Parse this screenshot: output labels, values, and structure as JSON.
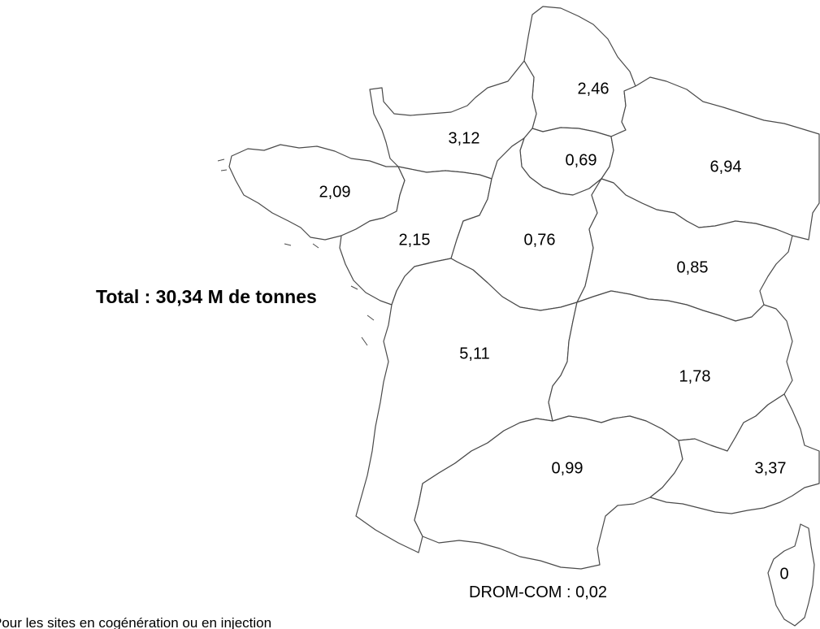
{
  "total_label": "Total : 30,34 M de tonnes",
  "drom_com_label": "DROM-COM : 0,02",
  "footnote": "Pour les sites en cogénération ou en injection",
  "regions": [
    {
      "id": "hauts-de-france",
      "value": "2,46"
    },
    {
      "id": "normandie",
      "value": "3,12"
    },
    {
      "id": "ile-de-france",
      "value": "0,69"
    },
    {
      "id": "grand-est",
      "value": "6,94"
    },
    {
      "id": "bretagne",
      "value": "2,09"
    },
    {
      "id": "pays-de-la-loire",
      "value": "2,15"
    },
    {
      "id": "centre-val-de-loire",
      "value": "0,76"
    },
    {
      "id": "bourgogne-franche-comte",
      "value": "0,85"
    },
    {
      "id": "nouvelle-aquitaine",
      "value": "5,11"
    },
    {
      "id": "auvergne-rhone-alpes",
      "value": "1,78"
    },
    {
      "id": "occitanie",
      "value": "0,99"
    },
    {
      "id": "provence-alpes-cote-dazur",
      "value": "3,37"
    },
    {
      "id": "corse",
      "value": "0"
    }
  ]
}
